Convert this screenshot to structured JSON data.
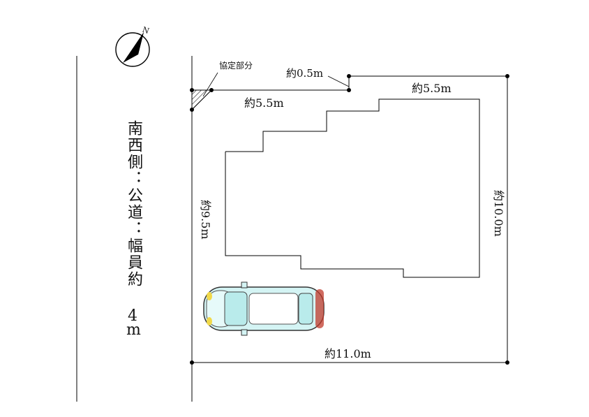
{
  "road": {
    "label": "南西側：公道：幅員約",
    "width_value": "4",
    "width_unit": "m"
  },
  "dimensions": {
    "top_left": "約5.5m",
    "top_offset": "約0.5m",
    "top_right": "約5.5m",
    "left": "約9.5m",
    "right": "約10.0m",
    "bottom": "約11.0m"
  },
  "annotations": {
    "agreement_area": "協定部分"
  },
  "compass": {
    "north_letter": "N"
  },
  "colors": {
    "line": "#000000",
    "car_body": "#d4f4f4",
    "car_outline": "#333333",
    "car_accent": "#c0392b",
    "car_light": "#f1d94a"
  }
}
